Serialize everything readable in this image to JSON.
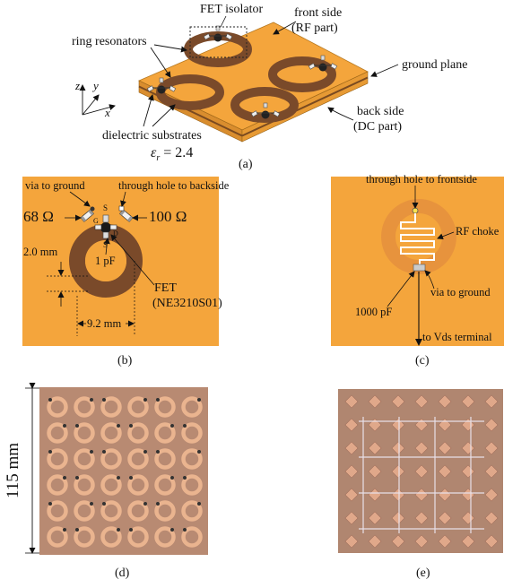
{
  "panel_a": {
    "fet_isolator": "FET isolator",
    "front_side_l1": "front side",
    "front_side_l2": "(RF part)",
    "ring_resonators": "ring resonators",
    "ground_plane": "ground plane",
    "back_side_l1": "back side",
    "back_side_l2": "(DC part)",
    "dielectric": "dielectric substrates",
    "epsilon": "ε",
    "epsilon_sub": "r",
    "epsilon_val": "= 2.4",
    "axis_x": "x",
    "axis_y": "y",
    "axis_z": "z",
    "caption": "(a)"
  },
  "panel_b": {
    "via_to_ground": "via to ground",
    "through_hole_backside": "through hole to backside",
    "r_left": "68 Ω",
    "r_right": "100 Ω",
    "pin_s_top": "S",
    "pin_g": "G",
    "pin_d": "D",
    "pin_s_bottom": "S",
    "cap_1pf": "1 pF",
    "dim_2mm": "2.0 mm",
    "fet_l1": "FET",
    "fet_l2": "(NE3210S01)",
    "dim_9mm": "9.2 mm",
    "caption": "(b)"
  },
  "panel_c": {
    "through_hole_frontside": "through hole to frontside",
    "rf_choke": "RF choke",
    "via_to_ground": "via to ground",
    "cap_1000pf": "1000 pF",
    "vds": "to Vds terminal",
    "caption": "(c)"
  },
  "panel_d": {
    "dimension": "115 mm",
    "caption": "(d)"
  },
  "panel_e": {
    "caption": "(e)"
  },
  "colors": {
    "substrate": "#f4a53c",
    "substrate_light": "#f7b755",
    "ring": "#7a4a2a",
    "photo_board": "#b88a72",
    "copper_ring": "#e9b28d"
  }
}
